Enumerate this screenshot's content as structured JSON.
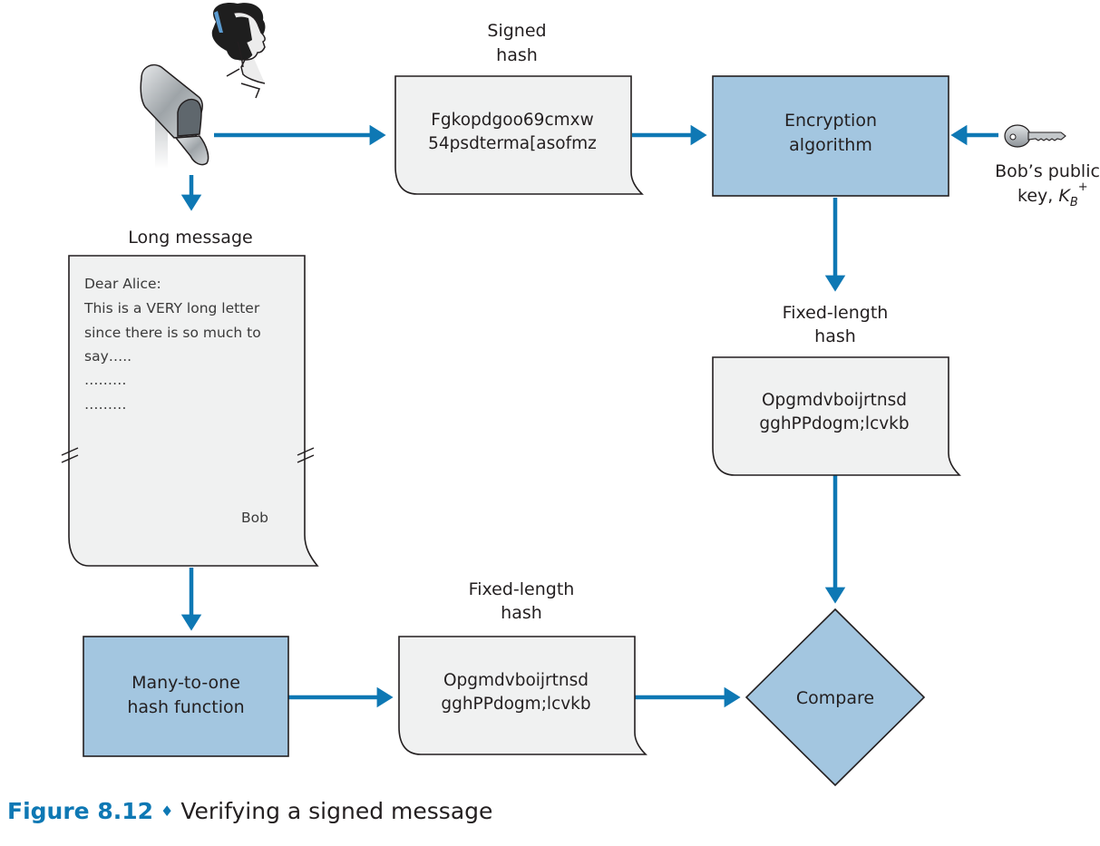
{
  "colors": {
    "arrow": "#0e78b4",
    "process_fill": "#a3c6e0",
    "document_fill": "#f0f1f1",
    "outline": "#231f20",
    "caption_accent": "#0e78b4"
  },
  "labels": {
    "signed_hash_line1": "Signed",
    "signed_hash_line2": "hash",
    "long_message": "Long message",
    "fixed_length_top_line1": "Fixed-length",
    "fixed_length_top_line2": "hash",
    "fixed_length_bottom_line1": "Fixed-length",
    "fixed_length_bottom_line2": "hash",
    "key_line1": "Bob’s public",
    "key_line2_prefix": "key, ",
    "key_symbol": "K",
    "key_subscript": "B",
    "key_superscript": "+"
  },
  "documents": {
    "signed_hash": [
      "Fgkopdgoo69cmxw",
      "54psdterma[asofmz"
    ],
    "fixed_hash_top": [
      "Opgmdvboijrtnsd",
      "gghPPdogm;lcvkb"
    ],
    "fixed_hash_bottom": [
      "Opgmdvboijrtnsd",
      "gghPPdogm;lcvkb"
    ],
    "letter": {
      "lines": [
        "Dear Alice:",
        "This is a VERY long letter",
        "since there is so much to",
        "say…..",
        "………",
        "………"
      ],
      "signature": "Bob"
    }
  },
  "processes": {
    "encryption": [
      "Encryption",
      "algorithm"
    ],
    "hash_function": [
      "Many-to-one",
      "hash function"
    ],
    "compare": "Compare"
  },
  "icons": {
    "person": "alice-person-icon",
    "mailbox": "mailbox-icon",
    "key": "key-icon"
  },
  "caption": {
    "figure_number": "Figure 8.12",
    "separator": "♦",
    "title": "Verifying a signed message"
  }
}
